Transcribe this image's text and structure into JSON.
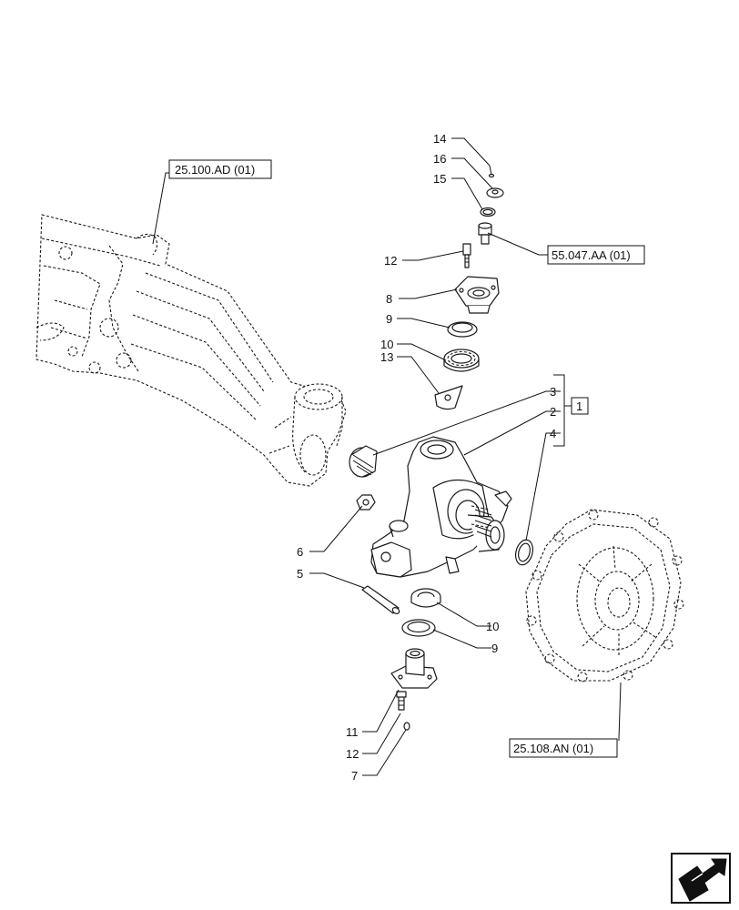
{
  "references": {
    "axle": "25.100.AD (01)",
    "hydraulic": "55.047.AA (01)",
    "final_drive": "25.108.AN (01)"
  },
  "callouts": {
    "c14": "14",
    "c16": "16",
    "c15": "15",
    "c12a": "12",
    "c8": "8",
    "c9a": "9",
    "c10a": "10",
    "c13": "13",
    "c3": "3",
    "c2": "2",
    "c4": "4",
    "c6": "6",
    "c5": "5",
    "c10b": "10",
    "c9b": "9",
    "c11": "11",
    "c12b": "12",
    "c7": "7"
  },
  "kit": {
    "label": "1"
  },
  "nav": {
    "icon": "next-page-arrow-icon"
  }
}
